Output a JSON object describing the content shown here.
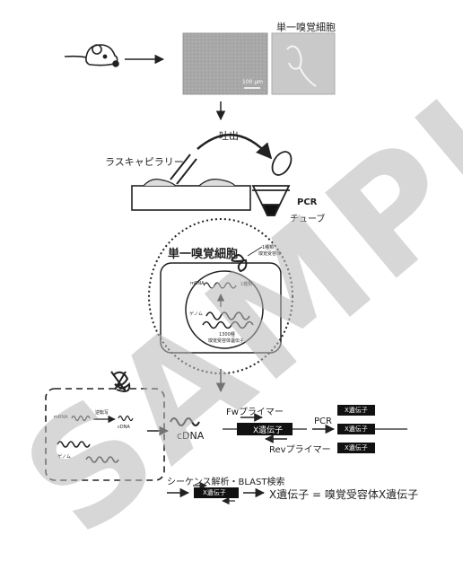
{
  "labels": {
    "single_cell_top": "単一嗅覚細胞",
    "scale_bar": "100 μm",
    "capillary": "ラスキャピラリー",
    "eject": "吐出",
    "pcr_line1": "PCR",
    "pcr_line2": "チューブ",
    "single_cell_box": "単一嗅覚細胞",
    "mrna_small": "mRNA",
    "one_type": "1種類",
    "genome_small": "ゲノム",
    "receptor_count": "1300種",
    "receptor_genes": "嗅覚受容体遺伝子",
    "annot_top_1": "1種類",
    "annot_top_2": "嗅覚受容体",
    "rt_label": "逆転写",
    "mrna_left": "mRNA",
    "cdna_left": "cDNA",
    "genome_left": "ゲノム",
    "cdna_main": "cDNA",
    "fw_primer": "Fwプライマー",
    "rev_primer": "Revプライマー",
    "gene_x_center": "X遺伝子",
    "pcr_arrow": "PCR",
    "gene_x_prod1": "X遺伝子",
    "gene_x_prod2": "X遺伝子",
    "gene_x_prod3": "X遺伝子",
    "sequencing": "シーケンス解析・BLAST検索",
    "gene_x_bottom": "X遺伝子",
    "conclusion": "X遺伝子 = 嗅覚受容体X遺伝子"
  },
  "watermark": "SAMPLE",
  "colors": {
    "ink": "#222222",
    "gene_box": "#111111",
    "gene_text": "#ffffff",
    "micrograph": "#a9a9a9",
    "watermark": "#b8b8b8"
  }
}
